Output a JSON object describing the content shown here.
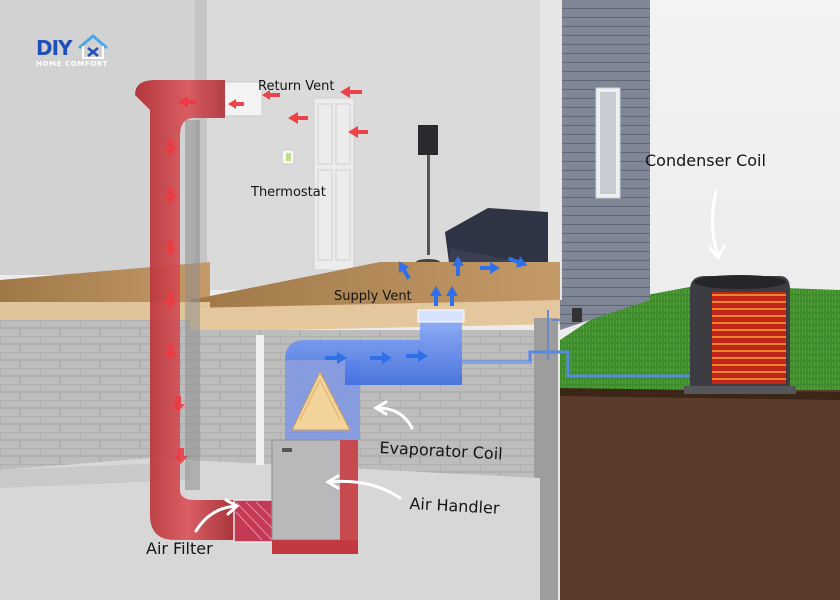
{
  "logo": {
    "brand": "DIY",
    "subtitle": "HOME COMFORT",
    "brand_color": "#1f4fb8",
    "accent_color": "#4aa8e8"
  },
  "labels": {
    "return_vent": "Return Vent",
    "thermostat": "Thermostat",
    "supply_vent": "Supply Vent",
    "condenser_coil": "Condenser Coil",
    "evaporator_coil": "Evaporator Coil",
    "air_handler": "Air Handler",
    "air_filter": "Air Filter"
  },
  "colors": {
    "return_air": "#e8303a",
    "supply_air": "#2f6fe8",
    "wall": "#d7d7d8",
    "floor": "#b58a5c",
    "grass": "#3f8a2a",
    "soil": "#5a3b2a",
    "siding": "#7d8594"
  }
}
